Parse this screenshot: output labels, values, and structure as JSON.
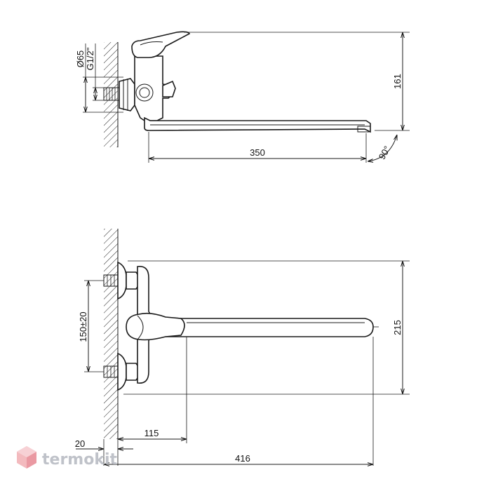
{
  "top_view": {
    "dim_height": "161",
    "dim_spout_length": "350",
    "dim_angle": "90°",
    "dim_diameter": "Ø65",
    "dim_thread": "G1/2\""
  },
  "front_view": {
    "dim_height": "215",
    "dim_spacing": "150±20",
    "dim_wall": "20",
    "dim_lever": "115",
    "dim_total": "416"
  },
  "watermark": {
    "brand": "termokit",
    "colors": {
      "logo_red": "#f2b3b8",
      "logo_gray": "#cfd2d8"
    }
  }
}
